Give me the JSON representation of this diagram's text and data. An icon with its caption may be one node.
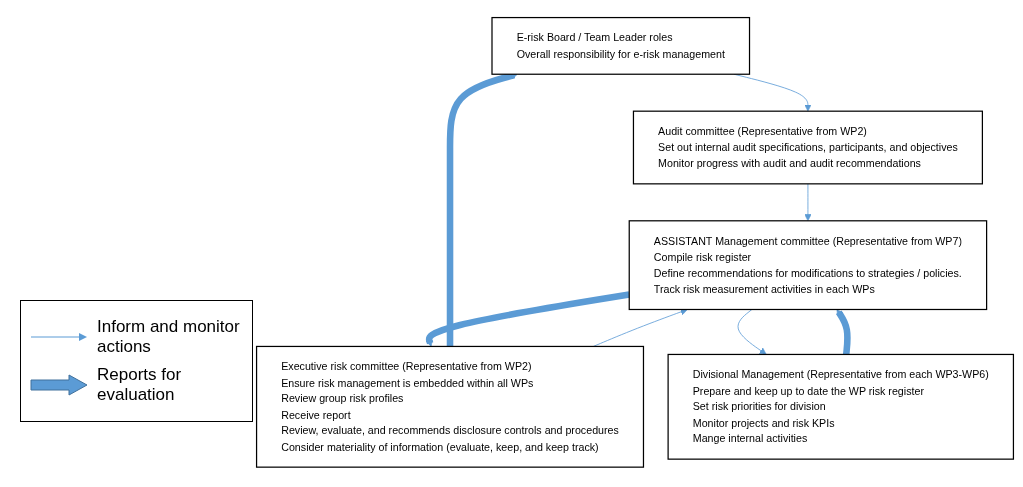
{
  "diagram": {
    "nodes": [
      {
        "text": [
          "E-risk Board / Team Leader roles",
          "Overall responsibility for e-risk management"
        ]
      },
      {
        "text": [
          "Executive risk committee (Representative from WP2)",
          "Ensure risk management is embedded within all WPs",
          "Review group risk profiles",
          "Receive report",
          "Review, evaluate, and recommends disclosure controls and procedures",
          "Consider materiality of information (evaluate, keep, and keep track)"
        ]
      },
      {
        "text": [
          "Audit committee (Representative from WP2)",
          "Set out internal audit specifications, participants, and objectives",
          "Monitor progress with audit and audit recommendations"
        ]
      },
      {
        "text": [
          "ASSISTANT Management committee (Representative from WP7)",
          "Compile risk register",
          "Define recommendations for modifications to strategies / policies.",
          "Track risk measurement activities in each WPs"
        ]
      },
      {
        "text": [
          "Divisional Management (Representative from each WP3-WP6)",
          "Prepare and keep up to date the WP risk register",
          "Set risk priorities for division",
          "Monitor projects and risk KPIs",
          "Mange internal activities"
        ]
      }
    ],
    "edges": [
      {
        "from": 1,
        "to": 0,
        "arrow": "to",
        "style": "thick"
      },
      {
        "from": 0,
        "to": 2,
        "arrow": "to"
      },
      {
        "from": 2,
        "to": 3,
        "arrow": "to"
      },
      {
        "from": 3,
        "to": 1,
        "arrow": "to",
        "style": "thick"
      },
      {
        "from": 1,
        "to": 3,
        "arrow": "to"
      },
      {
        "from": 4,
        "to": 3,
        "arrow": "to",
        "style": "thick"
      },
      {
        "from": 3,
        "to": 4,
        "arrow": "to"
      }
    ],
    "legend": [
      {
        "text": "Inform and monitor actions"
      },
      {
        "text": "Reports for evaluation"
      }
    ]
  }
}
